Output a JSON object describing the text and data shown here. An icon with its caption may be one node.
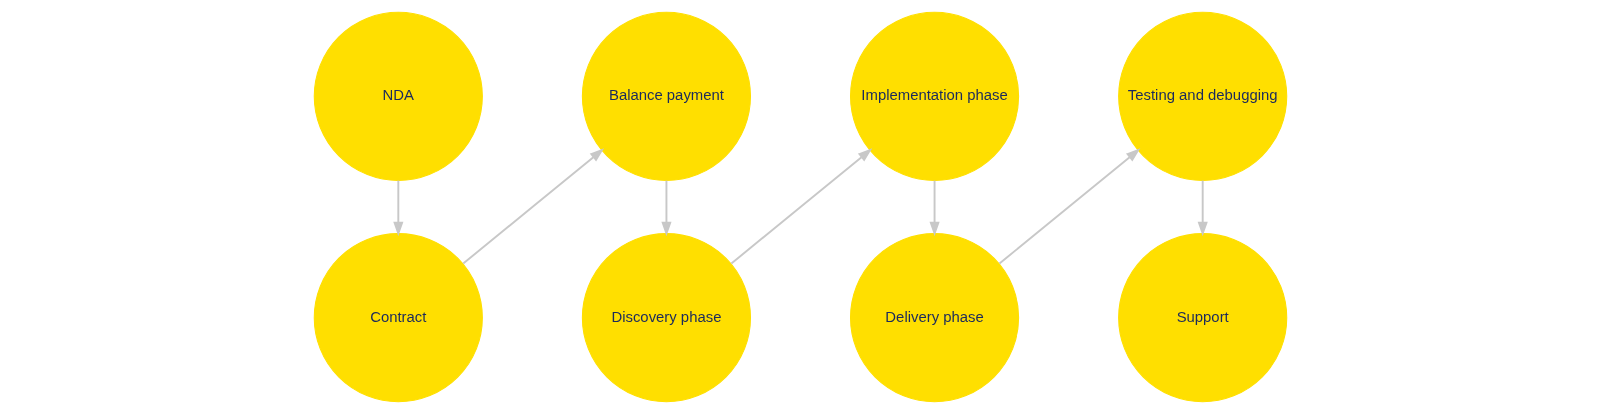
{
  "diagram": {
    "nodes": [
      {
        "text": [
          "NDA"
        ]
      },
      {
        "text": [
          "Contract"
        ]
      },
      {
        "text": [
          "Balance payment"
        ]
      },
      {
        "text": [
          "Discovery phase"
        ]
      },
      {
        "text": [
          "Implementation phase"
        ]
      },
      {
        "text": [
          "Delivery phase"
        ]
      },
      {
        "text": [
          "Testing and debugging"
        ]
      },
      {
        "text": [
          "Support"
        ]
      }
    ],
    "edges": [
      {
        "from": 0,
        "to": 1,
        "arrow": "to"
      },
      {
        "from": 1,
        "to": 2,
        "arrow": "to"
      },
      {
        "from": 2,
        "to": 3,
        "arrow": "to"
      },
      {
        "from": 3,
        "to": 4,
        "arrow": "to"
      },
      {
        "from": 4,
        "to": 5,
        "arrow": "to"
      },
      {
        "from": 5,
        "to": 6,
        "arrow": "to"
      },
      {
        "from": 6,
        "to": 7,
        "arrow": "to"
      }
    ]
  }
}
